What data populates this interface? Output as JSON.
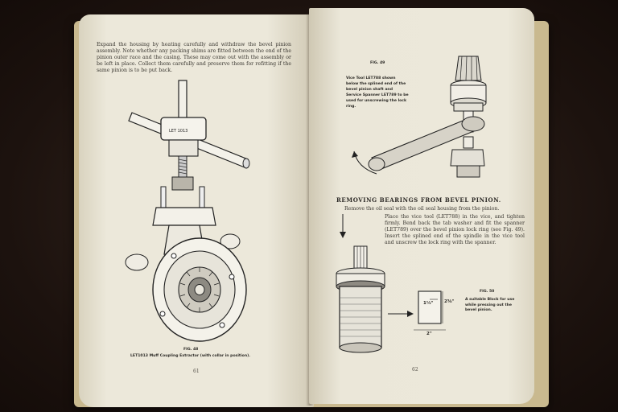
{
  "left_page": {
    "paragraph": "Expand the housing by heating carefully and withdraw the bevel pinion assembly. Note whether any packing shims are fitted between the end of the pinion outer race and the casing. These may come out with the assembly or be left in place. Collect them carefully and preserve them for refitting if the same pinion is to be put back.",
    "drawing_label": "LET 1013",
    "figure_label": "FIG. 48",
    "figure_caption": "LET1013 Muff Coupling Extractor (with collar in position).",
    "page_number": "61"
  },
  "right_page": {
    "fig49_label": "FIG. 49",
    "fig49_caption": "Vice Tool LET788 shown below the splined end of the bevel pinion shaft and Service Spanner LET789 to be used for unscrewing the lock ring.",
    "section_heading": "REMOVING BEARINGS FROM BEVEL PINION.",
    "intro_line": "Remove the oil seal with the oil seal housing from the pinion.",
    "paragraph": "Place the vice tool (LET788) in the vice, and tighten firmly. Bend back the tab washer and fit the spanner (LET789) over the bevel pinion lock ring (see Fig. 49). Insert the splined end of the spindle in the vice tool and unscrew the lock ring with the spanner.",
    "fig50_label": "FIG. 50",
    "fig50_caption": "A suitable Block for use while pressing out the bevel pinion.",
    "dim_width": "1½\"",
    "dim_height": "2⅝\"",
    "dim_length": "2\"",
    "page_number": "62"
  }
}
